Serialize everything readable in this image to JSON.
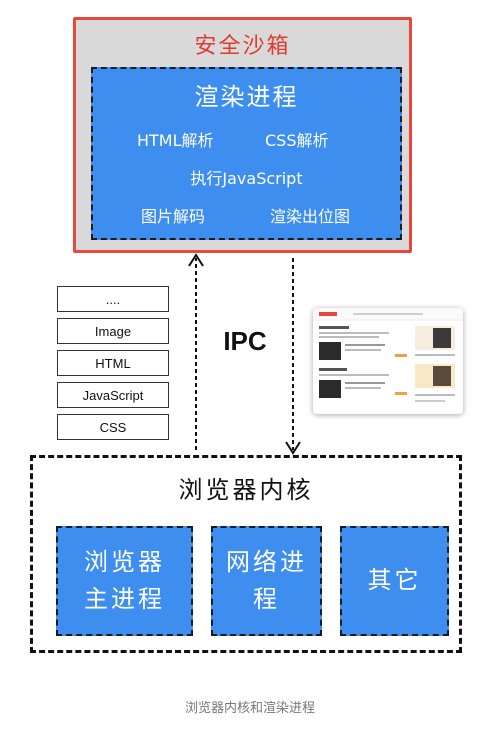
{
  "sandbox": {
    "title": "安全沙箱",
    "renderer": {
      "title": "渲染进程",
      "line1_a": "HTML解析",
      "line1_b": "CSS解析",
      "line2": "执行JavaScript",
      "line3_a": "图片解码",
      "line3_b": "渲染出位图"
    }
  },
  "ipc_label": "IPC",
  "resources": [
    "....",
    "Image",
    "HTML",
    "JavaScript",
    "CSS"
  ],
  "kernel": {
    "title": "浏览器内核",
    "boxes": [
      {
        "line1": "浏览器",
        "line2": "主进程"
      },
      {
        "line1": "网络进",
        "line2": "程"
      },
      {
        "line1": "其它",
        "line2": ""
      }
    ]
  },
  "caption": "浏览器内核和渲染进程",
  "colors": {
    "sandbox_border": "#e8473c",
    "sandbox_fill": "#d9d9d9",
    "process_fill": "#3e8ef0",
    "title_red": "#e03a2f"
  }
}
